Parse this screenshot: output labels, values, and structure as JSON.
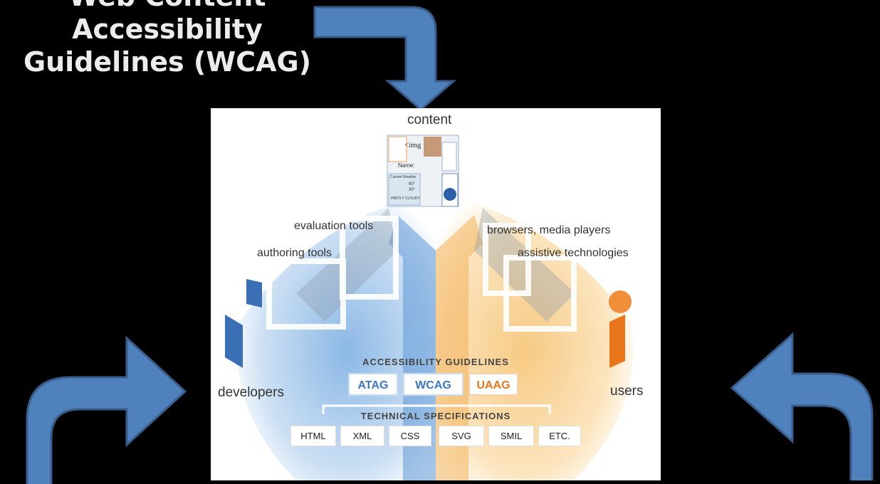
{
  "title": {
    "line1": "Web Content",
    "line2": "Accessibility",
    "line3": "Guidelines (WCAG)"
  },
  "diagram": {
    "content_label": "content",
    "content_mockup": {
      "img_text": "<img",
      "name_field": "Name:",
      "weather_heading": "Current Weather",
      "weather_temp_high": "60°",
      "weather_temp_low": "30°",
      "weather_status": "PARTLY CLOUDY"
    },
    "evaluation_tools": "evaluation tools",
    "authoring_tools": "authoring tools",
    "browsers": "browsers, media players",
    "assistive": "assistive technologies",
    "developers": "developers",
    "users": "users",
    "guidelines_title": "ACCESSIBILITY GUIDELINES",
    "guidelines": [
      {
        "label": "ATAG",
        "color": "#3a78c4"
      },
      {
        "label": "WCAG",
        "color": "#3a78c4"
      },
      {
        "label": "UAAG",
        "color": "#e8751a"
      }
    ],
    "tech_title": "TECHNICAL SPECIFICATIONS",
    "tech_specs": [
      "HTML",
      "XML",
      "CSS",
      "SVG",
      "SMIL",
      "ETC."
    ]
  },
  "colors": {
    "arrow_fill": "#4f81bd",
    "arrow_stroke": "#385d8a",
    "developer_blue": "#3a6fb5",
    "user_orange": "#e8751a"
  }
}
